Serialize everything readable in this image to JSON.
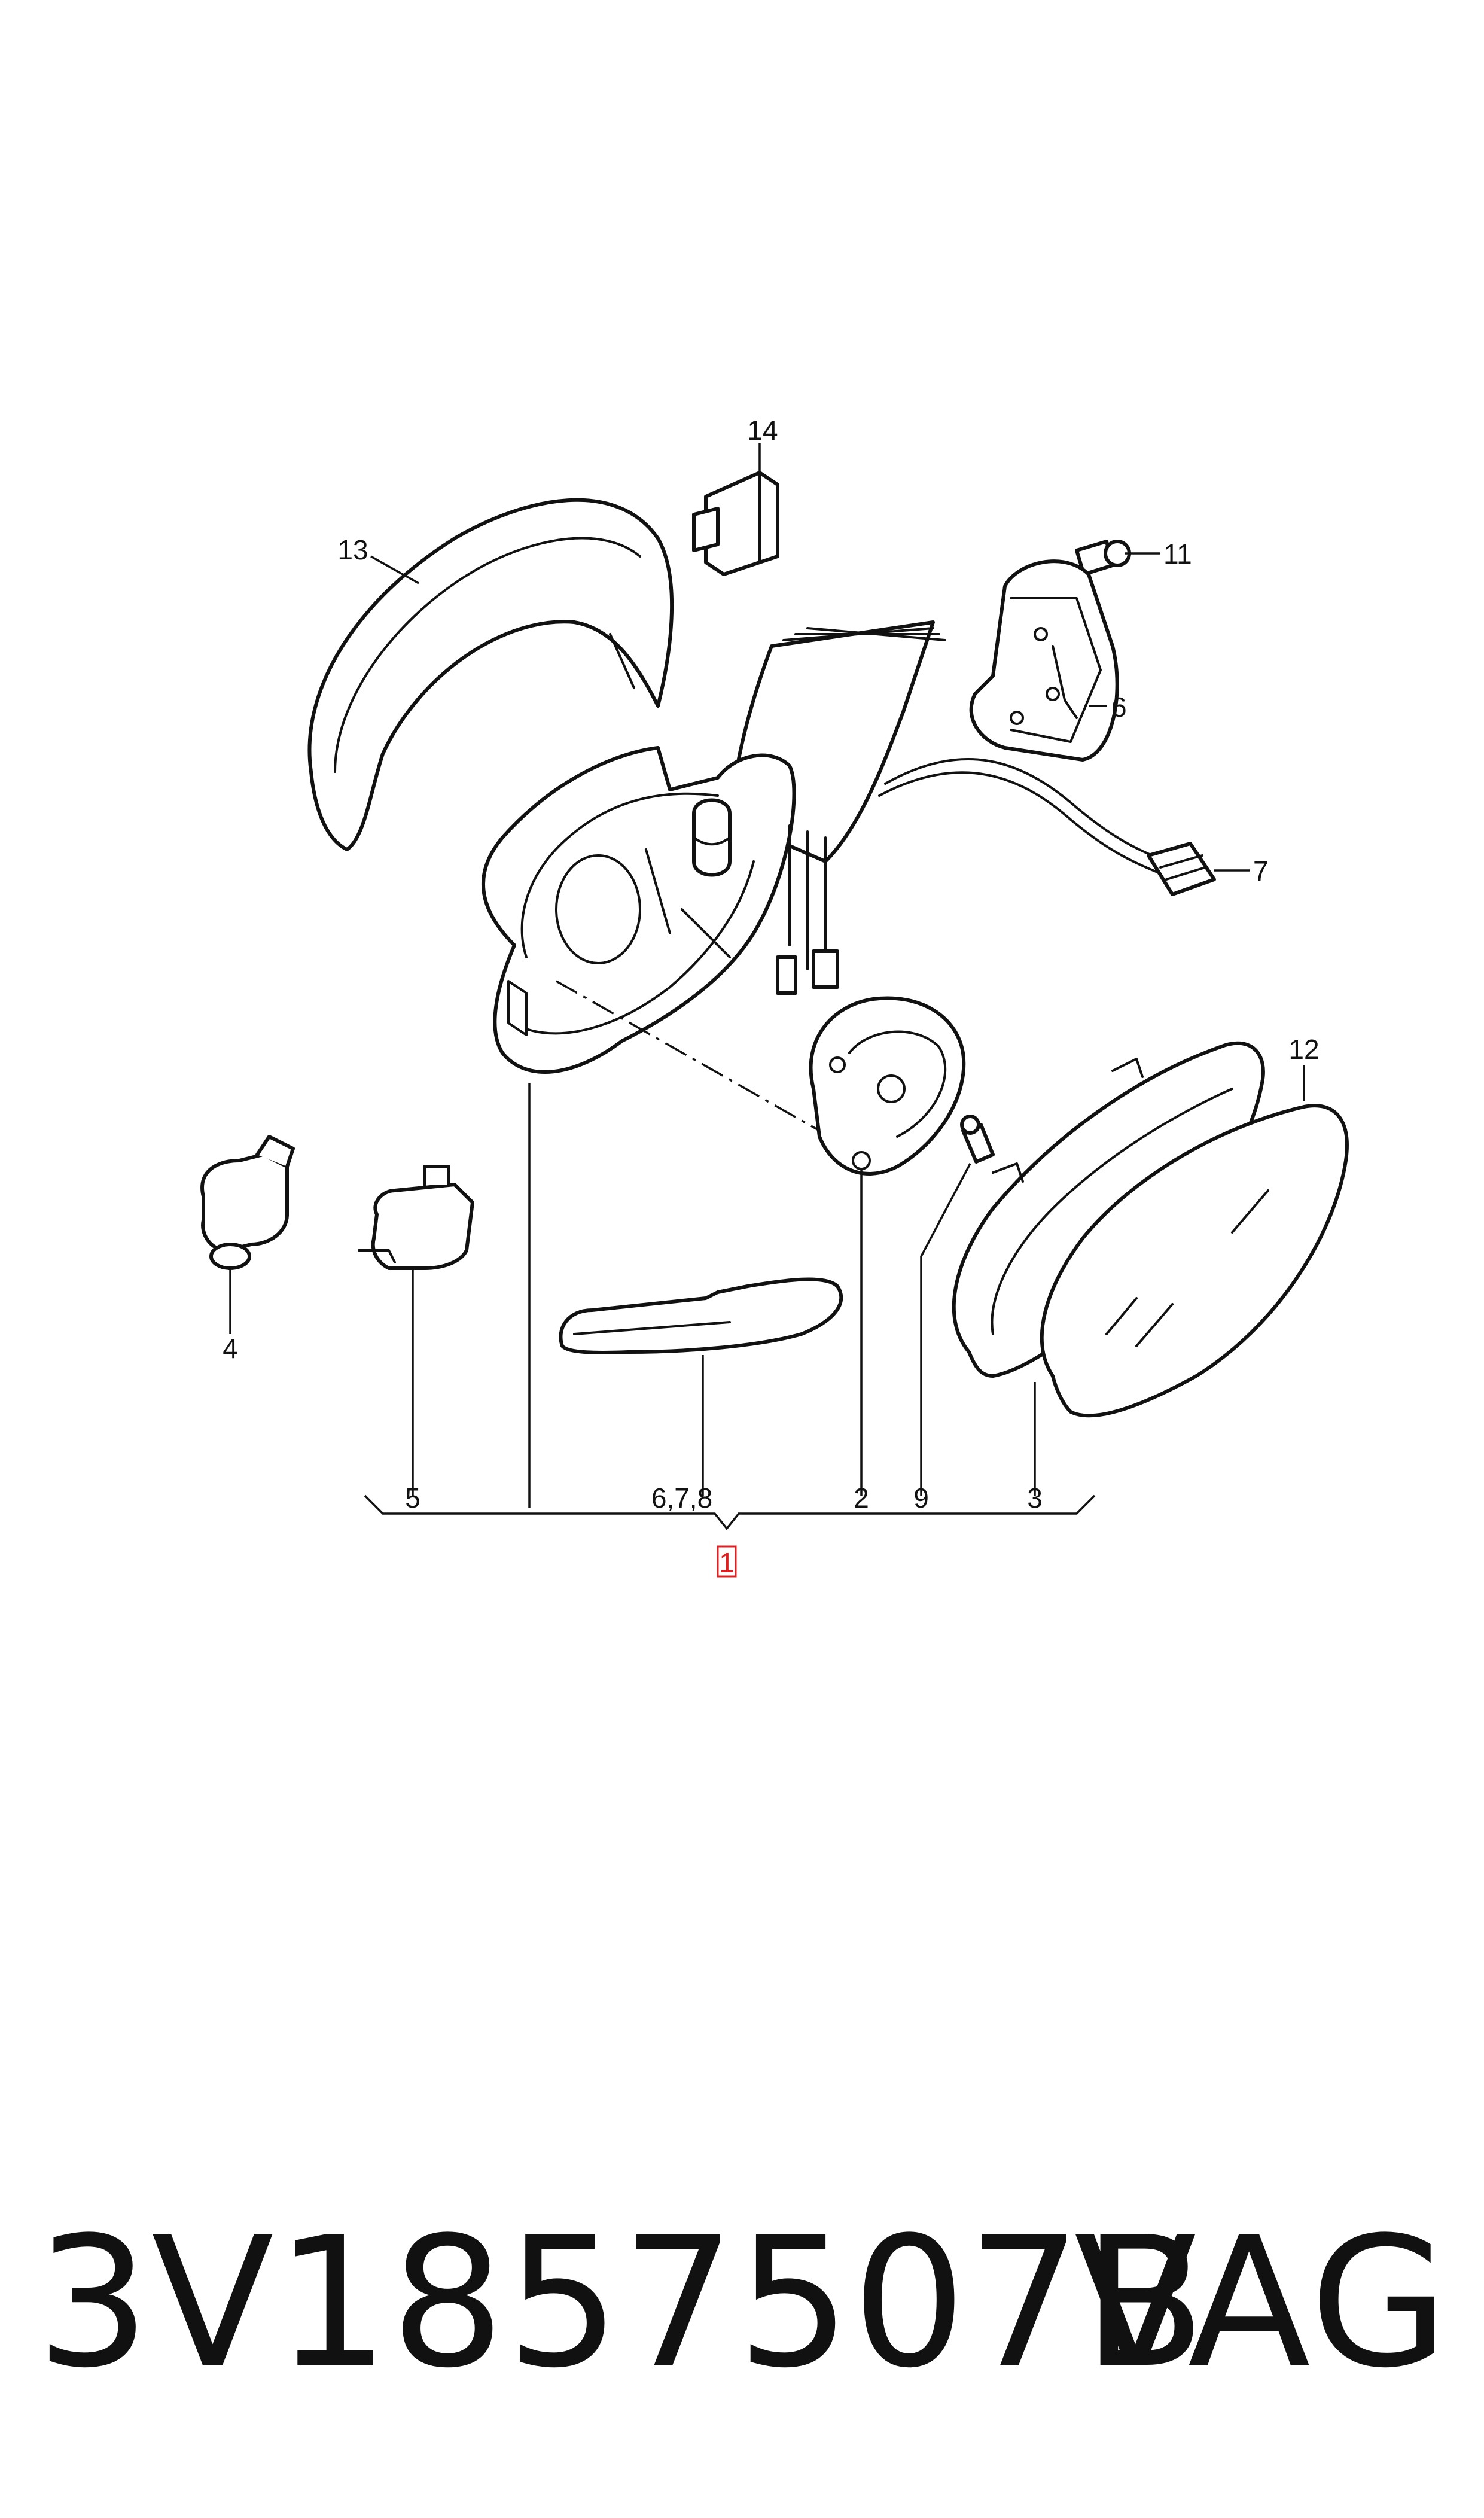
{
  "callouts": {
    "c14": "14",
    "c13": "13",
    "c11": "11",
    "c6": "6",
    "c7": "7",
    "c12": "12",
    "c4": "4",
    "c5": "5",
    "c678": "6,7,8",
    "c2": "2",
    "c9": "9",
    "c3": "3",
    "c1": "1"
  },
  "footer": {
    "part_number": "3V1857507B",
    "brand": "VAG"
  },
  "colors": {
    "line": "#111111",
    "assembly_box": "#e02020"
  }
}
